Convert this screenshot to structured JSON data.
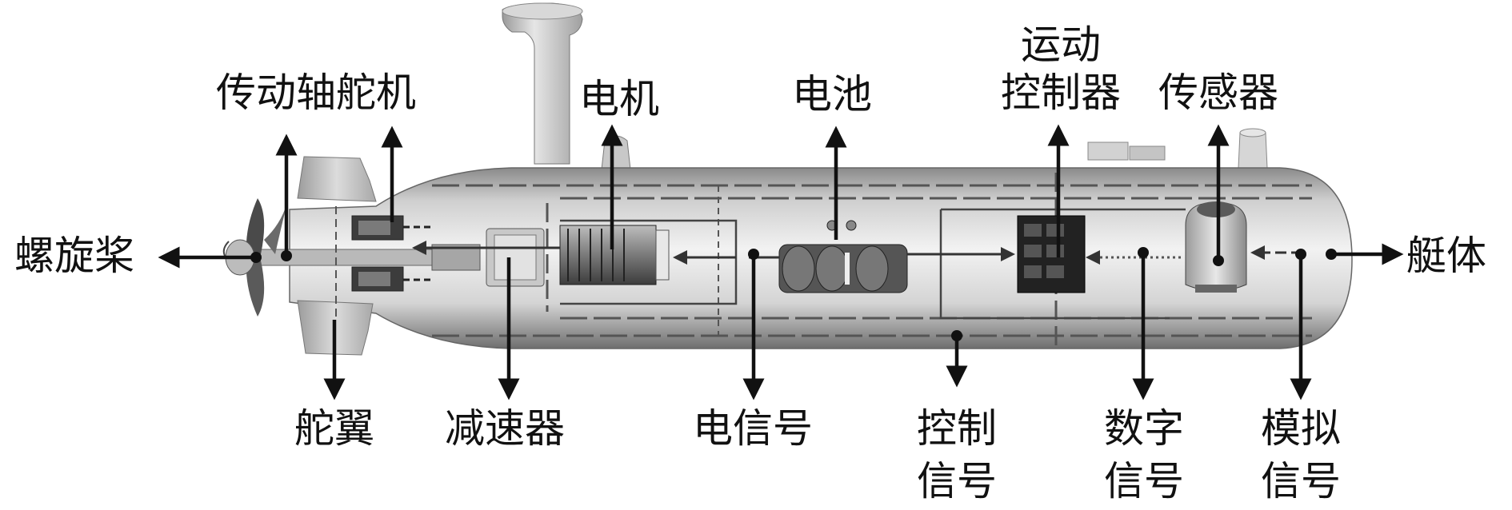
{
  "labels": {
    "propeller": "螺旋桨",
    "drive_shaft": "传动轴",
    "servo": "舵机",
    "motor": "电机",
    "battery": "电池",
    "motion_controller_1": "运动",
    "motion_controller_2": "控制器",
    "sensor": "传感器",
    "hull": "艇体",
    "rudder": "舵翼",
    "reducer": "减速器",
    "electric_signal": "电信号",
    "control_signal_1": "控制",
    "control_signal_2": "信号",
    "digital_signal_1": "数字",
    "digital_signal_2": "信号",
    "analog_signal_1": "模拟",
    "analog_signal_2": "信号"
  }
}
